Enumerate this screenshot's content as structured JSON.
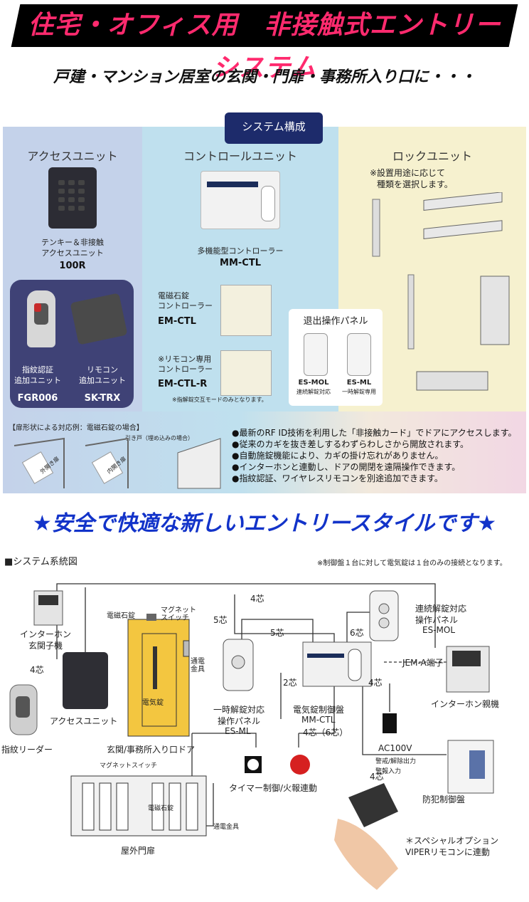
{
  "header": {
    "title": "住宅・オフィス用　非接触式エントリーシステム",
    "subtitle": "戸建・マンション居室の玄関・門扉・事務所入り口に・・・"
  },
  "system": {
    "tab_label": "システム構成",
    "access": {
      "heading": "アクセスユニット",
      "main_caption_1": "テンキー＆非接触",
      "main_caption_2": "アクセスユニット",
      "main_model": "100R",
      "fingerprint_caption_1": "指紋認証",
      "fingerprint_caption_2": "追加ユニット",
      "fingerprint_model": "FGR006",
      "remote_caption_1": "リモコン",
      "remote_caption_2": "追加ユニット",
      "remote_model": "SK-TRX"
    },
    "control": {
      "heading": "コントロールユニット",
      "main_caption": "多機能型コントローラー",
      "main_model": "MM-CTL",
      "em_caption_1": "電磁石錠",
      "em_caption_2": "コントローラー",
      "em_model": "EM-CTL",
      "emr_caption_1": "※リモコン専用",
      "emr_caption_2": "コントローラー",
      "emr_model": "EM-CTL-R",
      "emr_note": "※指解錠交互モードのみとなります。"
    },
    "exit_panel": {
      "heading": "退出操作パネル",
      "left_model": "ES-MOL",
      "left_caption": "連続解錠対応",
      "right_model": "ES-ML",
      "right_caption": "一時解錠専用"
    },
    "lock": {
      "heading": "ロックユニット",
      "note_1": "※設置用途に応じて",
      "note_2": "種類を選択します。"
    },
    "door_examples": {
      "label": "【扉形状による対応例：電磁石錠の場合】",
      "sliding_label": "引き戸（埋め込みの場合）",
      "out_label": "外開き扉",
      "in_label": "内開き扉"
    },
    "features": [
      "●最新のRF ID技術を利用した「非接触カード」でドアにアクセスします。",
      "●従来のカギを抜き差しするわずらわしさから開放されます。",
      "●自動施錠機能により、カギの掛け忘れがありません。",
      "●インターホンと連動し、ドアの開閉を遠隔操作できます。",
      "●指紋認証、ワイヤレスリモコンを別途追加できます。"
    ]
  },
  "slogan": "★安全で快適な新しいエントリースタイルです★",
  "diagram": {
    "section_title": "■システム系統図",
    "note": "※制御盤１台に対して電気錠は１台のみの接続となります。",
    "intercom_sub_1": "インターホン",
    "intercom_sub_2": "玄関子機",
    "access_unit": "アクセスユニット",
    "fingerprint_reader": "指紋リーダー",
    "wire_4_top": "4芯",
    "wire_4_left": "4芯",
    "wire_5_a": "5芯",
    "wire_5_b": "5芯",
    "wire_6": "6芯",
    "wire_2": "2芯",
    "wire_4_right": "4芯",
    "wire_4_bottom": "4芯",
    "em_lock": "電磁石錠",
    "magnet_switch": "マグネット\nスイッチ",
    "power_hardware": "通電\n金具",
    "door_lock_label": "電気錠",
    "front_door": "玄関/事務所入り口ドア",
    "panel_ml_1": "一時解錠対応",
    "panel_ml_2": "操作パネル",
    "panel_ml_3": "ES-ML",
    "controller_1": "電気錠制御盤",
    "controller_2": "MM-CTL",
    "controller_wire": "4芯（6芯）",
    "panel_mol_1": "連続解錠対応",
    "panel_mol_2": "操作パネル",
    "panel_mol_3": "ES-MOL",
    "jem_label": "JEM-A端子",
    "intercom_main": "インターホン親機",
    "ac": "AC100V",
    "timer_fire": "タイマー制御/火報連動",
    "security_panel": "防犯制御盤",
    "alarm_out": "警戒/解除出力",
    "alarm_in": "警報入力",
    "gate_magnet": "マグネットスイッチ",
    "gate_lock": "電磁石錠",
    "gate_power": "通電金具",
    "outdoor_gate": "屋外門扉",
    "special_1": "＊スペシャルオプション",
    "special_2": "VIPERリモコンに連動"
  },
  "colors": {
    "title_pink": "#ff2a6e",
    "slogan_blue": "#1233c9",
    "tab_navy": "#1d2b6b",
    "door_yellow": "#f3c640"
  }
}
